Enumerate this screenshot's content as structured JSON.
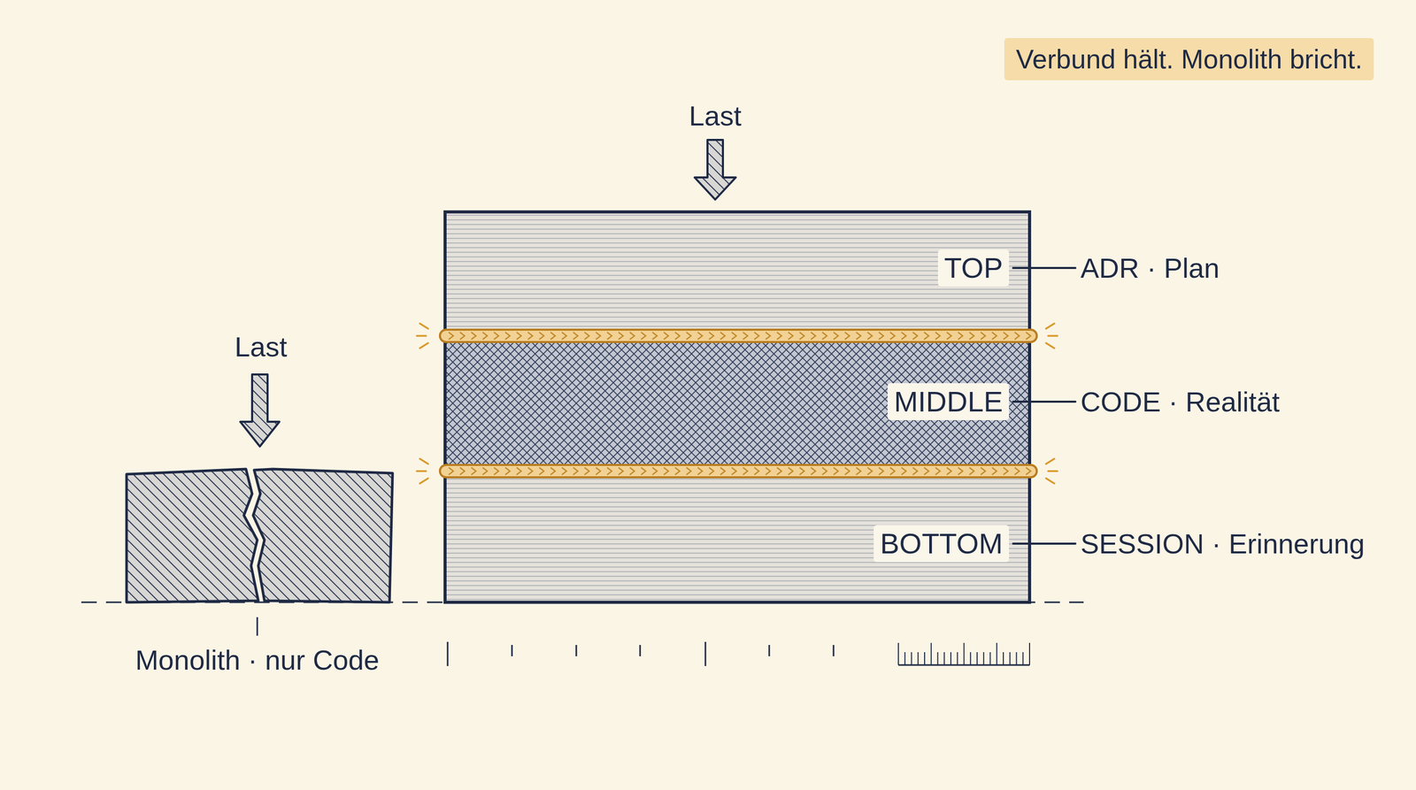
{
  "diagram": {
    "title": "Verbund hält. Monolith bricht.",
    "nodes": [
      {
        "text": [
          "TOP"
        ]
      },
      {
        "text": [
          "MIDDLE"
        ]
      },
      {
        "text": [
          "BOTTOM"
        ]
      }
    ],
    "labels": [
      "Last",
      "Last",
      "ADR · Plan",
      "CODE · Realität",
      "SESSION · Erinnerung",
      "Monolith · nur Code"
    ]
  }
}
